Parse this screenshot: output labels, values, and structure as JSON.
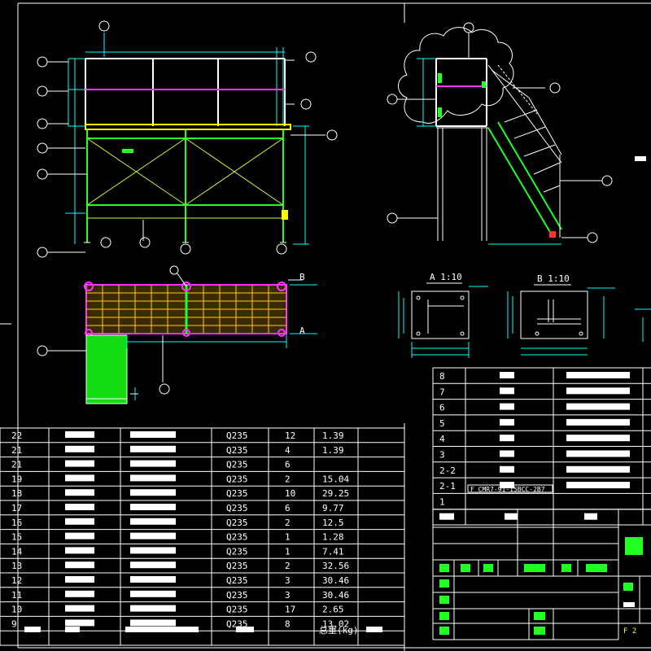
{
  "view_labels": {
    "detail_a": "A 1:10",
    "detail_b": "B 1:10",
    "marker_a": "A",
    "marker_b": "B"
  },
  "parts_list": {
    "rows": [
      {
        "no": "22",
        "spec": "Q235",
        "qty": "12",
        "weight": "1.39"
      },
      {
        "no": "21",
        "spec": "Q235",
        "qty": "4",
        "weight": "1.39"
      },
      {
        "no": "21",
        "spec": "Q235",
        "qty": "6",
        "weight": ""
      },
      {
        "no": "19",
        "spec": "Q235",
        "qty": "2",
        "weight": "15.04"
      },
      {
        "no": "18",
        "spec": "Q235",
        "qty": "10",
        "weight": "29.25"
      },
      {
        "no": "17",
        "spec": "Q235",
        "qty": "6",
        "weight": "9.77"
      },
      {
        "no": "16",
        "spec": "Q235",
        "qty": "2",
        "weight": "12.5"
      },
      {
        "no": "15",
        "spec": "Q235",
        "qty": "1",
        "weight": "1.28"
      },
      {
        "no": "14",
        "spec": "Q235",
        "qty": "1",
        "weight": "7.41"
      },
      {
        "no": "13",
        "spec": "Q235",
        "qty": "2",
        "weight": "32.56"
      },
      {
        "no": "12",
        "spec": "Q235",
        "qty": "3",
        "weight": "30.46"
      },
      {
        "no": "11",
        "spec": "Q235",
        "qty": "3",
        "weight": "30.46"
      },
      {
        "no": "10",
        "spec": "Q235",
        "qty": "17",
        "weight": "2.65"
      },
      {
        "no": "9",
        "spec": "Q235",
        "qty": "8",
        "weight": "13.02"
      }
    ],
    "weight_header": "总重(kg)"
  },
  "assembly_list": {
    "rows": [
      {
        "no": "8"
      },
      {
        "no": "7"
      },
      {
        "no": "6"
      },
      {
        "no": "5"
      },
      {
        "no": "4"
      },
      {
        "no": "3"
      },
      {
        "no": "2-2"
      },
      {
        "no": "2-1"
      },
      {
        "no": "1"
      }
    ],
    "ref_text": "F CMR7-91-15BCC-2B7"
  },
  "title_block": {
    "sheet": "F 2"
  }
}
